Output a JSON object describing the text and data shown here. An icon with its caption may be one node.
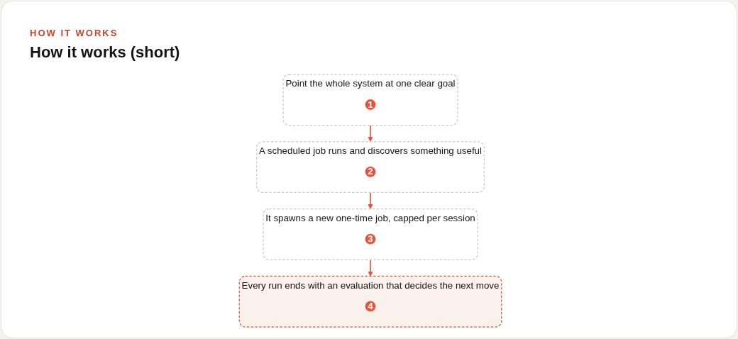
{
  "diagram": {
    "title": "How it works (short)",
    "nodes": [
      {
        "text": [
          "Point the whole system at one clear goal"
        ]
      },
      {
        "text": [
          "1"
        ],
        "in": 0
      },
      {
        "text": [
          "A scheduled job runs and discovers something useful"
        ]
      },
      {
        "text": [
          "2"
        ],
        "in": 2
      },
      {
        "text": [
          "It spawns a new one-time job, capped per session"
        ]
      },
      {
        "text": [
          "3"
        ],
        "in": 4
      },
      {
        "text": [
          "Every run ends with an evaluation that decides the next move"
        ]
      },
      {
        "text": [
          "4"
        ],
        "in": 6
      }
    ],
    "edges": [
      {
        "from": 0,
        "to": 2,
        "arrow": "to"
      },
      {
        "from": 2,
        "to": 4,
        "arrow": "to"
      },
      {
        "from": 4,
        "to": 6,
        "arrow": "to"
      }
    ],
    "labels": [
      "HOW IT WORKS"
    ]
  }
}
